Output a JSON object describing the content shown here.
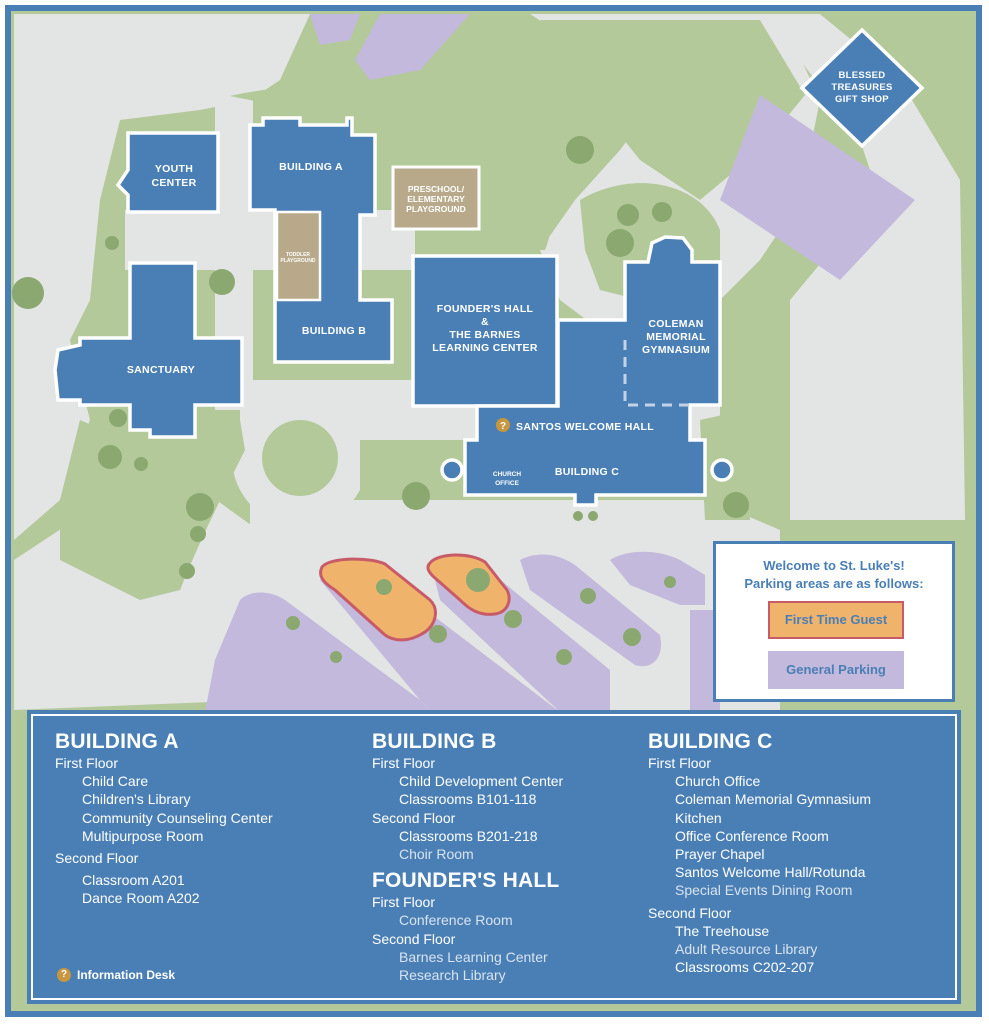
{
  "map_labels": {
    "youth_center": [
      "YOUTH",
      "CENTER"
    ],
    "building_a": "BUILDING A",
    "preschool": [
      "PRESCHOOL/",
      "ELEMENTARY",
      "PLAYGROUND"
    ],
    "toddler": [
      "TODDLER",
      "PLAYGROUND"
    ],
    "building_b": "BUILDING B",
    "sanctuary": "SANCTUARY",
    "founders_hall": [
      "FOUNDER'S HALL",
      "&",
      "THE BARNES",
      "LEARNING CENTER"
    ],
    "coleman": [
      "COLEMAN",
      "MEMORIAL",
      "GYMNASIUM"
    ],
    "santos": "SANTOS WELCOME HALL",
    "church_office": [
      "CHURCH",
      "OFFICE"
    ],
    "building_c": "BUILDING C",
    "gift_shop": [
      "BLESSED",
      "TREASURES",
      "GIFT SHOP"
    ],
    "info_glyph": "?"
  },
  "colors": {
    "grass": "#b3c99a",
    "road": "#e3e4e4",
    "building": "#4a7fb5",
    "tan": "#b7a98a",
    "parking_general": "#c3b9dc",
    "parking_guest": "#f0b36c",
    "guest_border": "#c85b68",
    "tree": "#8aa870",
    "info": "#c8963e"
  },
  "legend": {
    "title_line1": "Welcome to St. Luke's!",
    "title_line2": "Parking areas are as follows:",
    "first_time": "First Time Guest",
    "general": "General Parking"
  },
  "directory": {
    "building_a": {
      "title": "BUILDING A",
      "first_floor": "First Floor",
      "first_items": [
        "Child Care",
        "Children's Library",
        "Community Counseling Center",
        "Multipurpose Room"
      ],
      "second_floor": "Second Floor",
      "second_items": [
        "Classroom A201",
        "Dance Room A202"
      ]
    },
    "building_b": {
      "title": "BUILDING B",
      "first_floor": "First Floor",
      "first_items": [
        "Child Development Center",
        "Classrooms B101-118"
      ],
      "second_floor": "Second Floor",
      "second_items": [
        "Classrooms B201-218",
        "Choir Room"
      ]
    },
    "founders_hall": {
      "title": "FOUNDER'S HALL",
      "first_floor": "First Floor",
      "first_items": [
        "Conference Room"
      ],
      "second_floor": "Second Floor",
      "second_items": [
        "Barnes Learning Center",
        "Research Library"
      ]
    },
    "building_c": {
      "title": "BUILDING C",
      "first_floor": "First Floor",
      "first_items": [
        "Church Office",
        "Coleman Memorial Gymnasium",
        "Kitchen",
        "Office Conference Room",
        "Prayer Chapel",
        "Santos Welcome Hall/Rotunda",
        "Special Events Dining Room"
      ],
      "second_floor": "Second Floor",
      "second_items": [
        "The Treehouse",
        "Adult Resource Library",
        "Classrooms C202-207"
      ]
    },
    "info_desk": "Information Desk"
  }
}
